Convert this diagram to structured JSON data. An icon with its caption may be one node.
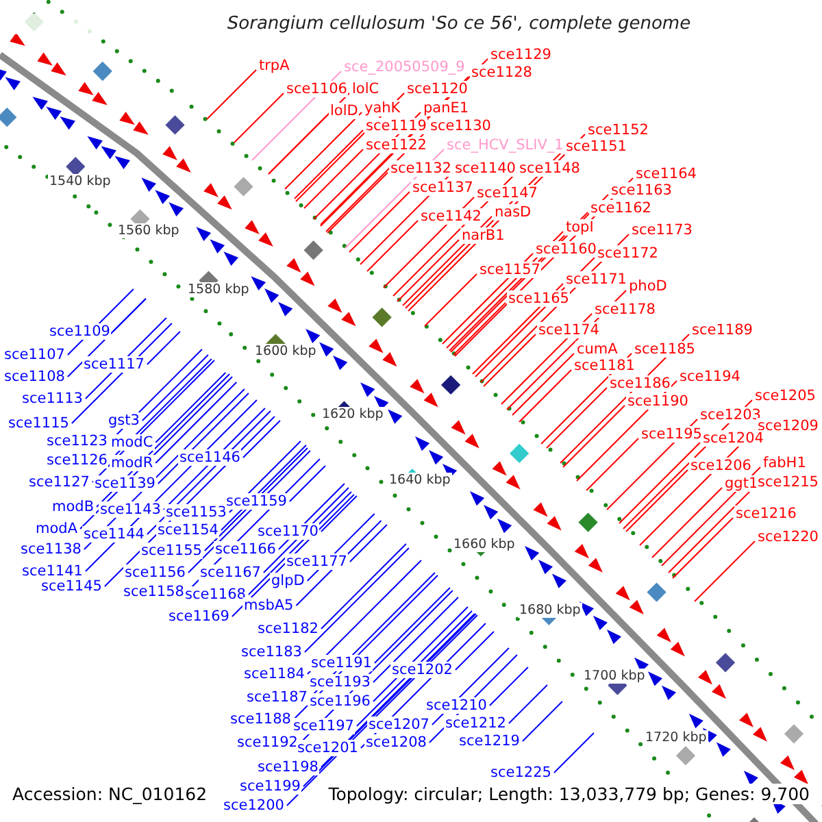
{
  "diagram": {
    "title": "Sorangium cellulosum 'So ce 56', complete genome",
    "nodes": [
      {
        "text": [
          "trpA"
        ]
      },
      {
        "text": [
          "sce_20050509_9"
        ]
      },
      {
        "text": [
          "sce1106"
        ]
      },
      {
        "text": [
          "lolC"
        ]
      },
      {
        "text": [
          "sce1129"
        ]
      },
      {
        "text": [
          "sce1128"
        ]
      },
      {
        "text": [
          "sce1120"
        ]
      },
      {
        "text": [
          "lolD"
        ]
      },
      {
        "text": [
          "yahK"
        ]
      },
      {
        "text": [
          "panE1"
        ]
      },
      {
        "text": [
          "sce1119"
        ]
      },
      {
        "text": [
          "sce1130"
        ]
      },
      {
        "text": [
          "sce1122"
        ]
      },
      {
        "text": [
          "sce_HCV_SLIV_1"
        ]
      },
      {
        "text": [
          "sce1152"
        ]
      },
      {
        "text": [
          "sce1151"
        ]
      },
      {
        "text": [
          "sce1132"
        ]
      },
      {
        "text": [
          "sce1140"
        ]
      },
      {
        "text": [
          "sce1148"
        ]
      },
      {
        "text": [
          "sce1137"
        ]
      },
      {
        "text": [
          "sce1147"
        ]
      },
      {
        "text": [
          "sce1164"
        ]
      },
      {
        "text": [
          "sce1163"
        ]
      },
      {
        "text": [
          "sce1142"
        ]
      },
      {
        "text": [
          "nasD"
        ]
      },
      {
        "text": [
          "sce1162"
        ]
      },
      {
        "text": [
          "narB1"
        ]
      },
      {
        "text": [
          "topI"
        ]
      },
      {
        "text": [
          "sce1173"
        ]
      },
      {
        "text": [
          "sce1160"
        ]
      },
      {
        "text": [
          "sce1172"
        ]
      },
      {
        "text": [
          "sce1157"
        ]
      },
      {
        "text": [
          "sce1171"
        ]
      },
      {
        "text": [
          "sce1165"
        ]
      },
      {
        "text": [
          "phoD"
        ]
      },
      {
        "text": [
          "sce1178"
        ]
      },
      {
        "text": [
          "sce1174"
        ]
      },
      {
        "text": [
          "sce1189"
        ]
      },
      {
        "text": [
          "cumA"
        ]
      },
      {
        "text": [
          "sce1185"
        ]
      },
      {
        "text": [
          "sce1181"
        ]
      },
      {
        "text": [
          "sce1194"
        ]
      },
      {
        "text": [
          "sce1186"
        ]
      },
      {
        "text": [
          "sce1190"
        ]
      },
      {
        "text": [
          "sce1205"
        ]
      },
      {
        "text": [
          "sce1203"
        ]
      },
      {
        "text": [
          "sce1209"
        ]
      },
      {
        "text": [
          "sce1195"
        ]
      },
      {
        "text": [
          "sce1204"
        ]
      },
      {
        "text": [
          "sce1206"
        ]
      },
      {
        "text": [
          "fabH1"
        ]
      },
      {
        "text": [
          "ggt1"
        ]
      },
      {
        "text": [
          "sce1215"
        ]
      },
      {
        "text": [
          "sce1216"
        ]
      },
      {
        "text": [
          "sce1220"
        ]
      },
      {
        "text": [
          "sce1109"
        ]
      },
      {
        "text": [
          "sce1107"
        ]
      },
      {
        "text": [
          "sce1108"
        ]
      },
      {
        "text": [
          "sce1117"
        ]
      },
      {
        "text": [
          "sce1113"
        ]
      },
      {
        "text": [
          "sce1115"
        ]
      },
      {
        "text": [
          "gst3"
        ]
      },
      {
        "text": [
          "sce1123"
        ]
      },
      {
        "text": [
          "modC"
        ]
      },
      {
        "text": [
          "sce1126"
        ]
      },
      {
        "text": [
          "modR"
        ]
      },
      {
        "text": [
          "sce1127"
        ]
      },
      {
        "text": [
          "sce1139"
        ]
      },
      {
        "text": [
          "sce1146"
        ]
      },
      {
        "text": [
          "modB"
        ]
      },
      {
        "text": [
          "sce1143"
        ]
      },
      {
        "text": [
          "sce1153"
        ]
      },
      {
        "text": [
          "sce1159"
        ]
      },
      {
        "text": [
          "modA"
        ]
      },
      {
        "text": [
          "sce1144"
        ]
      },
      {
        "text": [
          "sce1154"
        ]
      },
      {
        "text": [
          "sce1170"
        ]
      },
      {
        "text": [
          "sce1138"
        ]
      },
      {
        "text": [
          "sce1155"
        ]
      },
      {
        "text": [
          "sce1166"
        ]
      },
      {
        "text": [
          "sce1177"
        ]
      },
      {
        "text": [
          "sce1141"
        ]
      },
      {
        "text": [
          "sce1156"
        ]
      },
      {
        "text": [
          "sce1167"
        ]
      },
      {
        "text": [
          "glpD"
        ]
      },
      {
        "text": [
          "sce1145"
        ]
      },
      {
        "text": [
          "sce1158"
        ]
      },
      {
        "text": [
          "sce1168"
        ]
      },
      {
        "text": [
          "msbA5"
        ]
      },
      {
        "text": [
          "sce1169"
        ]
      },
      {
        "text": [
          "sce1182"
        ]
      },
      {
        "text": [
          "sce1183"
        ]
      },
      {
        "text": [
          "sce1191"
        ]
      },
      {
        "text": [
          "sce1202"
        ]
      },
      {
        "text": [
          "sce1184"
        ]
      },
      {
        "text": [
          "sce1193"
        ]
      },
      {
        "text": [
          "sce1187"
        ]
      },
      {
        "text": [
          "sce1196"
        ]
      },
      {
        "text": [
          "sce1210"
        ]
      },
      {
        "text": [
          "sce1188"
        ]
      },
      {
        "text": [
          "sce1197"
        ]
      },
      {
        "text": [
          "sce1207"
        ]
      },
      {
        "text": [
          "sce1212"
        ]
      },
      {
        "text": [
          "sce1192"
        ]
      },
      {
        "text": [
          "sce1201"
        ]
      },
      {
        "text": [
          "sce1208"
        ]
      },
      {
        "text": [
          "sce1219"
        ]
      },
      {
        "text": [
          "sce1198"
        ]
      },
      {
        "text": [
          "sce1225"
        ]
      },
      {
        "text": [
          "sce1199"
        ]
      },
      {
        "text": [
          "sce1200"
        ]
      }
    ],
    "edges": [
      {
        "from": 0,
        "to": null,
        "arrow": "none",
        "color": "#ff0000"
      },
      {
        "from": 1,
        "to": null,
        "arrow": "none",
        "color": "#ff99cc"
      },
      {
        "from": 2,
        "to": null,
        "arrow": "none",
        "color": "#ff0000"
      },
      {
        "from": 3,
        "to": null,
        "arrow": "none",
        "color": "#ff0000"
      },
      {
        "from": 4,
        "to": null,
        "arrow": "none",
        "color": "#ff0000"
      },
      {
        "from": 5,
        "to": null,
        "arrow": "none",
        "color": "#ff0000"
      },
      {
        "from": 6,
        "to": null,
        "arrow": "none",
        "color": "#ff0000"
      },
      {
        "from": 7,
        "to": null,
        "arrow": "none",
        "color": "#ff0000"
      },
      {
        "from": 8,
        "to": null,
        "arrow": "none",
        "color": "#ff0000"
      },
      {
        "from": 9,
        "to": null,
        "arrow": "none",
        "color": "#ff0000"
      },
      {
        "from": 10,
        "to": null,
        "arrow": "none",
        "color": "#ff0000"
      },
      {
        "from": 11,
        "to": null,
        "arrow": "none",
        "color": "#ff0000"
      },
      {
        "from": 12,
        "to": null,
        "arrow": "none",
        "color": "#ff0000"
      },
      {
        "from": 13,
        "to": null,
        "arrow": "none",
        "color": "#ff99cc"
      },
      {
        "from": 14,
        "to": null,
        "arrow": "none",
        "color": "#ff0000"
      },
      {
        "from": 15,
        "to": null,
        "arrow": "none",
        "color": "#ff0000"
      },
      {
        "from": 16,
        "to": null,
        "arrow": "none",
        "color": "#ff0000"
      },
      {
        "from": 17,
        "to": null,
        "arrow": "none",
        "color": "#ff0000"
      },
      {
        "from": 18,
        "to": null,
        "arrow": "none",
        "color": "#ff0000"
      },
      {
        "from": 19,
        "to": null,
        "arrow": "none",
        "color": "#ff0000"
      },
      {
        "from": 20,
        "to": null,
        "arrow": "none",
        "color": "#ff0000"
      },
      {
        "from": 21,
        "to": null,
        "arrow": "none",
        "color": "#ff0000"
      },
      {
        "from": 22,
        "to": null,
        "arrow": "none",
        "color": "#ff0000"
      },
      {
        "from": 23,
        "to": null,
        "arrow": "none",
        "color": "#ff0000"
      },
      {
        "from": 24,
        "to": null,
        "arrow": "none",
        "color": "#ff0000"
      },
      {
        "from": 25,
        "to": null,
        "arrow": "none",
        "color": "#ff0000"
      },
      {
        "from": 26,
        "to": null,
        "arrow": "none",
        "color": "#ff0000"
      },
      {
        "from": 27,
        "to": null,
        "arrow": "none",
        "color": "#ff0000"
      },
      {
        "from": 28,
        "to": null,
        "arrow": "none",
        "color": "#ff0000"
      },
      {
        "from": 29,
        "to": null,
        "arrow": "none",
        "color": "#ff0000"
      },
      {
        "from": 30,
        "to": null,
        "arrow": "none",
        "color": "#ff0000"
      },
      {
        "from": 31,
        "to": null,
        "arrow": "none",
        "color": "#ff0000"
      },
      {
        "from": 32,
        "to": null,
        "arrow": "none",
        "color": "#ff0000"
      },
      {
        "from": 33,
        "to": null,
        "arrow": "none",
        "color": "#ff0000"
      },
      {
        "from": 34,
        "to": null,
        "arrow": "none",
        "color": "#ff0000"
      },
      {
        "from": 35,
        "to": null,
        "arrow": "none",
        "color": "#ff0000"
      },
      {
        "from": 36,
        "to": null,
        "arrow": "none",
        "color": "#ff0000"
      },
      {
        "from": 37,
        "to": null,
        "arrow": "none",
        "color": "#ff0000"
      },
      {
        "from": 38,
        "to": null,
        "arrow": "none",
        "color": "#ff0000"
      },
      {
        "from": 39,
        "to": null,
        "arrow": "none",
        "color": "#ff0000"
      },
      {
        "from": 40,
        "to": null,
        "arrow": "none",
        "color": "#ff0000"
      },
      {
        "from": 41,
        "to": null,
        "arrow": "none",
        "color": "#ff0000"
      },
      {
        "from": 42,
        "to": null,
        "arrow": "none",
        "color": "#ff0000"
      },
      {
        "from": 43,
        "to": null,
        "arrow": "none",
        "color": "#ff0000"
      },
      {
        "from": 44,
        "to": null,
        "arrow": "none",
        "color": "#ff0000"
      },
      {
        "from": 45,
        "to": null,
        "arrow": "none",
        "color": "#ff0000"
      },
      {
        "from": 46,
        "to": null,
        "arrow": "none",
        "color": "#ff0000"
      },
      {
        "from": 47,
        "to": null,
        "arrow": "none",
        "color": "#ff0000"
      },
      {
        "from": 48,
        "to": null,
        "arrow": "none",
        "color": "#ff0000"
      },
      {
        "from": 49,
        "to": null,
        "arrow": "none",
        "color": "#ff0000"
      },
      {
        "from": 50,
        "to": null,
        "arrow": "none",
        "color": "#ff0000"
      },
      {
        "from": 51,
        "to": null,
        "arrow": "none",
        "color": "#ff0000"
      },
      {
        "from": 52,
        "to": null,
        "arrow": "none",
        "color": "#ff0000"
      },
      {
        "from": 53,
        "to": null,
        "arrow": "none",
        "color": "#ff0000"
      },
      {
        "from": 54,
        "to": null,
        "arrow": "none",
        "color": "#ff0000"
      },
      {
        "from": 55,
        "to": null,
        "arrow": "none",
        "color": "#0000ff"
      },
      {
        "from": 56,
        "to": null,
        "arrow": "none",
        "color": "#0000ff"
      },
      {
        "from": 57,
        "to": null,
        "arrow": "none",
        "color": "#0000ff"
      },
      {
        "from": 58,
        "to": null,
        "arrow": "none",
        "color": "#0000ff"
      },
      {
        "from": 59,
        "to": null,
        "arrow": "none",
        "color": "#0000ff"
      },
      {
        "from": 60,
        "to": null,
        "arrow": "none",
        "color": "#0000ff"
      },
      {
        "from": 61,
        "to": null,
        "arrow": "none",
        "color": "#0000ff"
      },
      {
        "from": 62,
        "to": null,
        "arrow": "none",
        "color": "#0000ff"
      },
      {
        "from": 63,
        "to": null,
        "arrow": "none",
        "color": "#0000ff"
      },
      {
        "from": 64,
        "to": null,
        "arrow": "none",
        "color": "#0000ff"
      },
      {
        "from": 65,
        "to": null,
        "arrow": "none",
        "color": "#0000ff"
      },
      {
        "from": 66,
        "to": null,
        "arrow": "none",
        "color": "#0000ff"
      },
      {
        "from": 67,
        "to": null,
        "arrow": "none",
        "color": "#0000ff"
      },
      {
        "from": 68,
        "to": null,
        "arrow": "none",
        "color": "#0000ff"
      },
      {
        "from": 69,
        "to": null,
        "arrow": "none",
        "color": "#0000ff"
      },
      {
        "from": 70,
        "to": null,
        "arrow": "none",
        "color": "#0000ff"
      },
      {
        "from": 71,
        "to": null,
        "arrow": "none",
        "color": "#0000ff"
      },
      {
        "from": 72,
        "to": null,
        "arrow": "none",
        "color": "#0000ff"
      },
      {
        "from": 73,
        "to": null,
        "arrow": "none",
        "color": "#0000ff"
      },
      {
        "from": 74,
        "to": null,
        "arrow": "none",
        "color": "#0000ff"
      },
      {
        "from": 75,
        "to": null,
        "arrow": "none",
        "color": "#0000ff"
      },
      {
        "from": 76,
        "to": null,
        "arrow": "none",
        "color": "#0000ff"
      },
      {
        "from": 77,
        "to": null,
        "arrow": "none",
        "color": "#0000ff"
      },
      {
        "from": 78,
        "to": null,
        "arrow": "none",
        "color": "#0000ff"
      },
      {
        "from": 79,
        "to": null,
        "arrow": "none",
        "color": "#0000ff"
      },
      {
        "from": 80,
        "to": null,
        "arrow": "none",
        "color": "#0000ff"
      },
      {
        "from": 81,
        "to": null,
        "arrow": "none",
        "color": "#0000ff"
      },
      {
        "from": 82,
        "to": null,
        "arrow": "none",
        "color": "#0000ff"
      },
      {
        "from": 83,
        "to": null,
        "arrow": "none",
        "color": "#0000ff"
      },
      {
        "from": 84,
        "to": null,
        "arrow": "none",
        "color": "#0000ff"
      },
      {
        "from": 85,
        "to": null,
        "arrow": "none",
        "color": "#0000ff"
      },
      {
        "from": 86,
        "to": null,
        "arrow": "none",
        "color": "#0000ff"
      },
      {
        "from": 87,
        "to": null,
        "arrow": "none",
        "color": "#0000ff"
      },
      {
        "from": 88,
        "to": null,
        "arrow": "none",
        "color": "#0000ff"
      },
      {
        "from": 89,
        "to": null,
        "arrow": "none",
        "color": "#0000ff"
      },
      {
        "from": 90,
        "to": null,
        "arrow": "none",
        "color": "#0000ff"
      },
      {
        "from": 91,
        "to": null,
        "arrow": "none",
        "color": "#0000ff"
      },
      {
        "from": 92,
        "to": null,
        "arrow": "none",
        "color": "#0000ff"
      },
      {
        "from": 93,
        "to": null,
        "arrow": "none",
        "color": "#0000ff"
      },
      {
        "from": 94,
        "to": null,
        "arrow": "none",
        "color": "#0000ff"
      },
      {
        "from": 95,
        "to": null,
        "arrow": "none",
        "color": "#0000ff"
      },
      {
        "from": 96,
        "to": null,
        "arrow": "none",
        "color": "#0000ff"
      },
      {
        "from": 97,
        "to": null,
        "arrow": "none",
        "color": "#0000ff"
      },
      {
        "from": 98,
        "to": null,
        "arrow": "none",
        "color": "#0000ff"
      },
      {
        "from": 99,
        "to": null,
        "arrow": "none",
        "color": "#0000ff"
      },
      {
        "from": 100,
        "to": null,
        "arrow": "none",
        "color": "#0000ff"
      },
      {
        "from": 101,
        "to": null,
        "arrow": "none",
        "color": "#0000ff"
      },
      {
        "from": 102,
        "to": null,
        "arrow": "none",
        "color": "#0000ff"
      },
      {
        "from": 103,
        "to": null,
        "arrow": "none",
        "color": "#0000ff"
      },
      {
        "from": 104,
        "to": null,
        "arrow": "none",
        "color": "#0000ff"
      },
      {
        "from": 105,
        "to": null,
        "arrow": "none",
        "color": "#0000ff"
      },
      {
        "from": 106,
        "to": null,
        "arrow": "none",
        "color": "#0000ff"
      },
      {
        "from": 107,
        "to": null,
        "arrow": "none",
        "color": "#0000ff"
      },
      {
        "from": 108,
        "to": null,
        "arrow": "none",
        "color": "#0000ff"
      },
      {
        "from": 109,
        "to": null,
        "arrow": "none",
        "color": "#0000ff"
      },
      {
        "from": 110,
        "to": null,
        "arrow": "none",
        "color": "#0000ff"
      }
    ],
    "labels": [
      "1540 kbp",
      "1560 kbp",
      "1580 kbp",
      "1600 kbp",
      "1620 kbp",
      "1640 kbp",
      "1660 kbp",
      "1680 kbp",
      "1700 kbp",
      "1720 kbp",
      "Accession: NC_010162",
      "Topology: circular; Length: 13,033,779 bp; Genes: 9,700"
    ]
  }
}
